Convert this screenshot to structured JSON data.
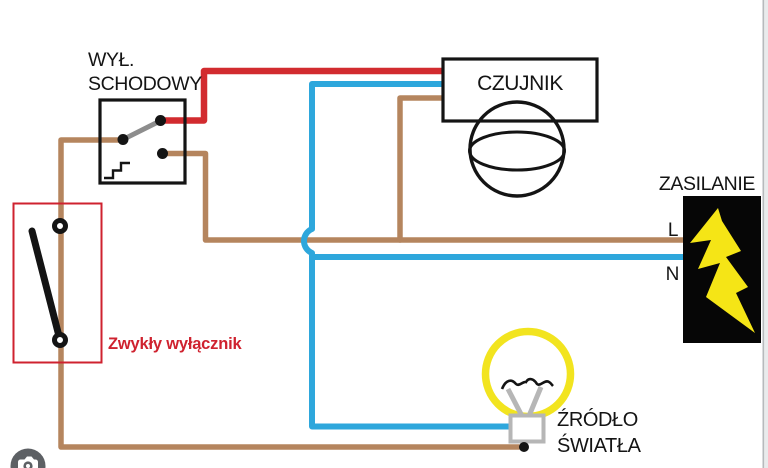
{
  "colors": {
    "canvas": "#ffffff",
    "ink": "#141414",
    "wire_red": "#d22b2f",
    "wire_blue": "#2ea7dc",
    "wire_brown": "#b5855e",
    "lever_gray": "#8d8d8d",
    "fixture_gray": "#b6b6b6",
    "bulb_yellow": "#f2e41f",
    "bolt_yellow": "#f5e516",
    "power_black": "#060606",
    "annotation_red": "#cf222f",
    "lens_gray": "#5d6064",
    "scrollbar_track": "#e9ebec",
    "scrollbar_edge": "#b7babc"
  },
  "labels": {
    "staircase_switch": {
      "line1": "WYŁ.",
      "line2": "SCHODOWY"
    },
    "sensor": "CZUJNIK",
    "power": "ZASILANIE",
    "line_live": "L",
    "line_neutral": "N",
    "ordinary_switch": "Zwykły wyłącznik",
    "light_source": {
      "line1": "ŹRÓDŁO",
      "line2": "ŚWIATŁA"
    }
  },
  "icons": {
    "lightning_bolt": "yellow lightning bolt (mains power)",
    "stairs": "staircase steps glyph",
    "camera_lens": "camera / search-by-image button",
    "sensor_dome": "circle with lens ellipse (motion sensor)",
    "light_bulb": "yellow bulb with filament and socket"
  }
}
